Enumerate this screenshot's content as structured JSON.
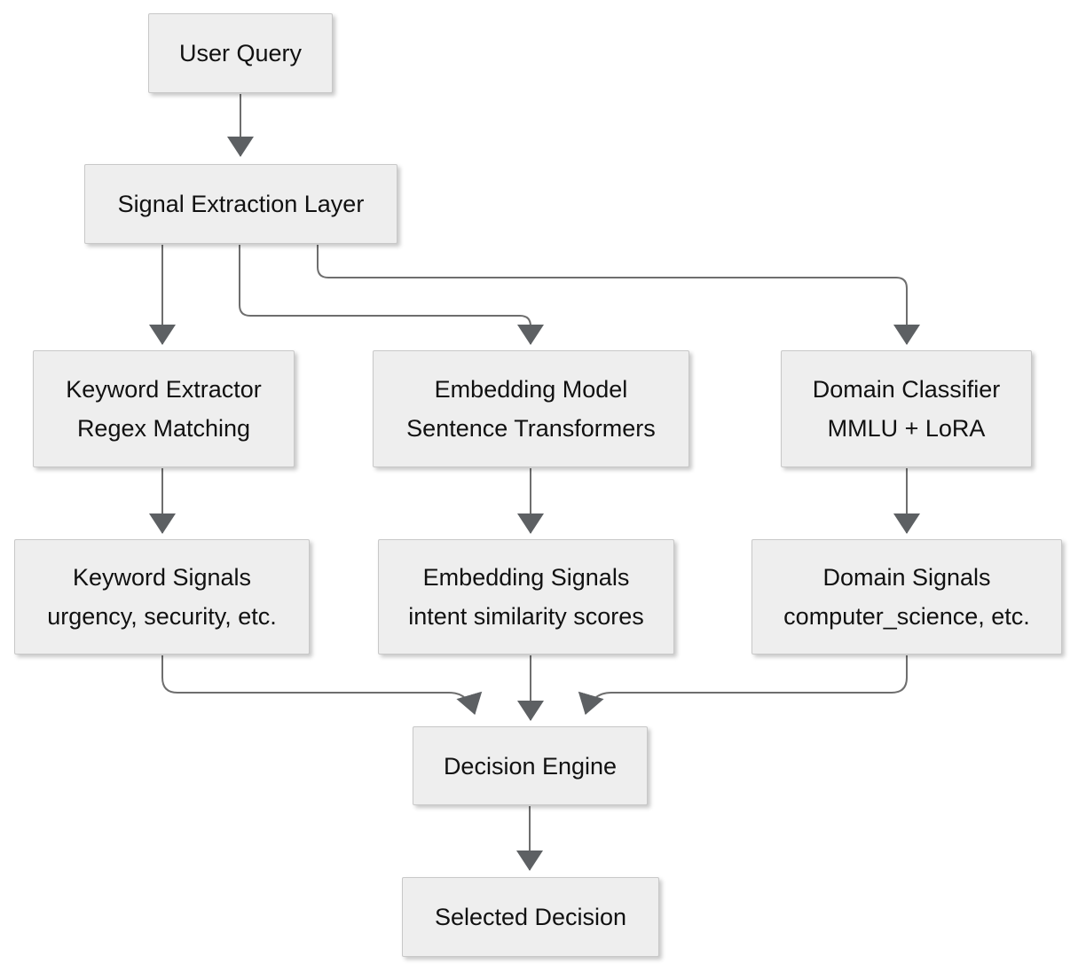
{
  "diagram": {
    "type": "flowchart",
    "background_color": "#ffffff",
    "node_fill_color": "#eeeeee",
    "node_border_color": "#c8c8c8",
    "text_color": "#111111",
    "connector_color": "#6e6e6e",
    "arrowhead_color": "#5d6063",
    "nodes": {
      "user_query": {
        "label": "User Query"
      },
      "signal_extraction": {
        "label": "Signal Extraction Layer"
      },
      "keyword_extractor": {
        "label": "Keyword Extractor",
        "sublabel": "Regex Matching"
      },
      "embedding_model": {
        "label": "Embedding Model",
        "sublabel": "Sentence Transformers"
      },
      "domain_classifier": {
        "label": "Domain Classifier",
        "sublabel": "MMLU + LoRA"
      },
      "keyword_signals": {
        "label": "Keyword Signals",
        "sublabel": "urgency, security, etc."
      },
      "embedding_signals": {
        "label": "Embedding Signals",
        "sublabel": "intent similarity scores"
      },
      "domain_signals": {
        "label": "Domain Signals",
        "sublabel": "computer_science, etc."
      },
      "decision_engine": {
        "label": "Decision Engine"
      },
      "selected_decision": {
        "label": "Selected Decision"
      }
    },
    "edges": [
      {
        "from": "user_query",
        "to": "signal_extraction"
      },
      {
        "from": "signal_extraction",
        "to": "keyword_extractor"
      },
      {
        "from": "signal_extraction",
        "to": "embedding_model"
      },
      {
        "from": "signal_extraction",
        "to": "domain_classifier"
      },
      {
        "from": "keyword_extractor",
        "to": "keyword_signals"
      },
      {
        "from": "embedding_model",
        "to": "embedding_signals"
      },
      {
        "from": "domain_classifier",
        "to": "domain_signals"
      },
      {
        "from": "keyword_signals",
        "to": "decision_engine"
      },
      {
        "from": "embedding_signals",
        "to": "decision_engine"
      },
      {
        "from": "domain_signals",
        "to": "decision_engine"
      },
      {
        "from": "decision_engine",
        "to": "selected_decision"
      }
    ]
  }
}
